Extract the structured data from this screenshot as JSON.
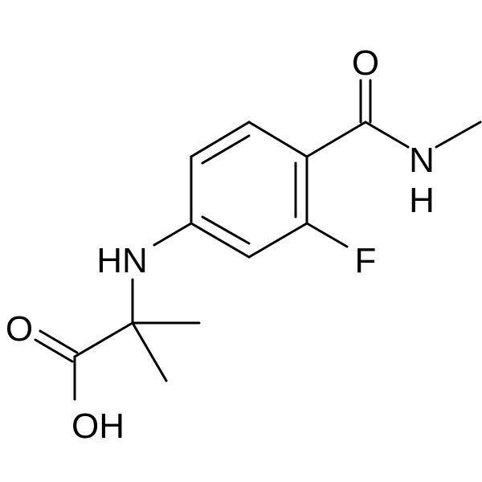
{
  "molecule": {
    "atoms": {
      "carbonyl_oxygen": "O",
      "amide_nitrogen": "N",
      "amide_hydrogen": "H",
      "fluorine": "F",
      "amine_nh": "HN",
      "acid_oxygen": "O",
      "hydroxyl": "OH"
    },
    "colors": {
      "bond": "#000000",
      "label": "#000000",
      "background": "#ffffff"
    }
  }
}
